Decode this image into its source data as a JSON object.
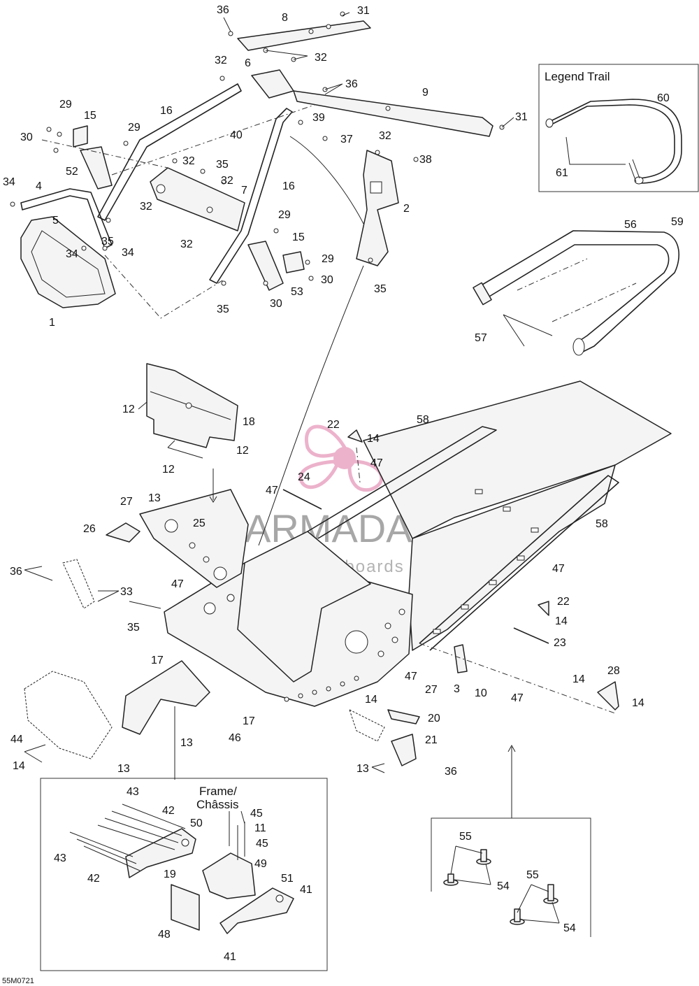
{
  "diagram": {
    "code": "55M0721",
    "watermark": {
      "brand": "ARMADA",
      "tagline": "marine outboards"
    },
    "insets": {
      "legend_trail": {
        "title": "Legend Trail"
      },
      "frame": {
        "title_line1": "Frame/",
        "title_line2": "Châssis"
      }
    },
    "callouts": [
      {
        "id": "c36a",
        "text": "36"
      },
      {
        "id": "c8",
        "text": "8"
      },
      {
        "id": "c31a",
        "text": "31"
      },
      {
        "id": "c32a",
        "text": "32"
      },
      {
        "id": "c6",
        "text": "6"
      },
      {
        "id": "c32b",
        "text": "32"
      },
      {
        "id": "c36b",
        "text": "36"
      },
      {
        "id": "c9",
        "text": "9"
      },
      {
        "id": "c31b",
        "text": "31"
      },
      {
        "id": "c29a",
        "text": "29"
      },
      {
        "id": "c15a",
        "text": "15"
      },
      {
        "id": "c16a",
        "text": "16"
      },
      {
        "id": "c39",
        "text": "39"
      },
      {
        "id": "c40",
        "text": "40"
      },
      {
        "id": "c37",
        "text": "37"
      },
      {
        "id": "c30a",
        "text": "30"
      },
      {
        "id": "c29b",
        "text": "29"
      },
      {
        "id": "c32c",
        "text": "32"
      },
      {
        "id": "c38",
        "text": "38"
      },
      {
        "id": "c52",
        "text": "52"
      },
      {
        "id": "c32d",
        "text": "32"
      },
      {
        "id": "c35a",
        "text": "35"
      },
      {
        "id": "c16b",
        "text": "16"
      },
      {
        "id": "c34a",
        "text": "34"
      },
      {
        "id": "c4",
        "text": "4"
      },
      {
        "id": "c32e",
        "text": "32"
      },
      {
        "id": "c7",
        "text": "7"
      },
      {
        "id": "c2",
        "text": "2"
      },
      {
        "id": "c32f",
        "text": "32"
      },
      {
        "id": "c29c",
        "text": "29"
      },
      {
        "id": "c5",
        "text": "5"
      },
      {
        "id": "c35b",
        "text": "35"
      },
      {
        "id": "c32g",
        "text": "32"
      },
      {
        "id": "c15b",
        "text": "15"
      },
      {
        "id": "c34b",
        "text": "34"
      },
      {
        "id": "c34c",
        "text": "34"
      },
      {
        "id": "c29d",
        "text": "29"
      },
      {
        "id": "c30b",
        "text": "30"
      },
      {
        "id": "c35c",
        "text": "35"
      },
      {
        "id": "c53",
        "text": "53"
      },
      {
        "id": "c30c",
        "text": "30"
      },
      {
        "id": "c1",
        "text": "1"
      },
      {
        "id": "c35d",
        "text": "35"
      },
      {
        "id": "c60",
        "text": "60"
      },
      {
        "id": "c61",
        "text": "61"
      },
      {
        "id": "c56",
        "text": "56"
      },
      {
        "id": "c59",
        "text": "59"
      },
      {
        "id": "c57",
        "text": "57"
      },
      {
        "id": "c12a",
        "text": "12"
      },
      {
        "id": "c18",
        "text": "18"
      },
      {
        "id": "c12b",
        "text": "12"
      },
      {
        "id": "c12c",
        "text": "12"
      },
      {
        "id": "c22a",
        "text": "22"
      },
      {
        "id": "c58a",
        "text": "58"
      },
      {
        "id": "c14a",
        "text": "14"
      },
      {
        "id": "c47a",
        "text": "47"
      },
      {
        "id": "c24",
        "text": "24"
      },
      {
        "id": "c47b",
        "text": "47"
      },
      {
        "id": "c13a",
        "text": "13"
      },
      {
        "id": "c27a",
        "text": "27"
      },
      {
        "id": "c26",
        "text": "26"
      },
      {
        "id": "c25",
        "text": "25"
      },
      {
        "id": "c58b",
        "text": "58"
      },
      {
        "id": "c36c",
        "text": "36"
      },
      {
        "id": "c47c",
        "text": "47"
      },
      {
        "id": "c33",
        "text": "33"
      },
      {
        "id": "c47d",
        "text": "47"
      },
      {
        "id": "c22b",
        "text": "22"
      },
      {
        "id": "c14b",
        "text": "14"
      },
      {
        "id": "c35e",
        "text": "35"
      },
      {
        "id": "c23",
        "text": "23"
      },
      {
        "id": "c17a",
        "text": "17"
      },
      {
        "id": "c47e",
        "text": "47"
      },
      {
        "id": "c27b",
        "text": "27"
      },
      {
        "id": "c3",
        "text": "3"
      },
      {
        "id": "c10",
        "text": "10"
      },
      {
        "id": "c28",
        "text": "28"
      },
      {
        "id": "c14c",
        "text": "14"
      },
      {
        "id": "c47f",
        "text": "47"
      },
      {
        "id": "c14d",
        "text": "14"
      },
      {
        "id": "c14e",
        "text": "14"
      },
      {
        "id": "c20",
        "text": "20"
      },
      {
        "id": "c17b",
        "text": "17"
      },
      {
        "id": "c44",
        "text": "44"
      },
      {
        "id": "c46",
        "text": "46"
      },
      {
        "id": "c21",
        "text": "21"
      },
      {
        "id": "c13b",
        "text": "13"
      },
      {
        "id": "c14f",
        "text": "14"
      },
      {
        "id": "c13c",
        "text": "13"
      },
      {
        "id": "c13d",
        "text": "13"
      },
      {
        "id": "c36d",
        "text": "36"
      },
      {
        "id": "c43a",
        "text": "43"
      },
      {
        "id": "c45a",
        "text": "45"
      },
      {
        "id": "c42a",
        "text": "42"
      },
      {
        "id": "c11",
        "text": "11"
      },
      {
        "id": "c50",
        "text": "50"
      },
      {
        "id": "c45b",
        "text": "45"
      },
      {
        "id": "c43b",
        "text": "43"
      },
      {
        "id": "c49",
        "text": "49"
      },
      {
        "id": "c42b",
        "text": "42"
      },
      {
        "id": "c19",
        "text": "19"
      },
      {
        "id": "c51",
        "text": "51"
      },
      {
        "id": "c41a",
        "text": "41"
      },
      {
        "id": "c48",
        "text": "48"
      },
      {
        "id": "c41b",
        "text": "41"
      },
      {
        "id": "c55a",
        "text": "55"
      },
      {
        "id": "c54a",
        "text": "54"
      },
      {
        "id": "c55b",
        "text": "55"
      },
      {
        "id": "c54b",
        "text": "54"
      }
    ]
  }
}
